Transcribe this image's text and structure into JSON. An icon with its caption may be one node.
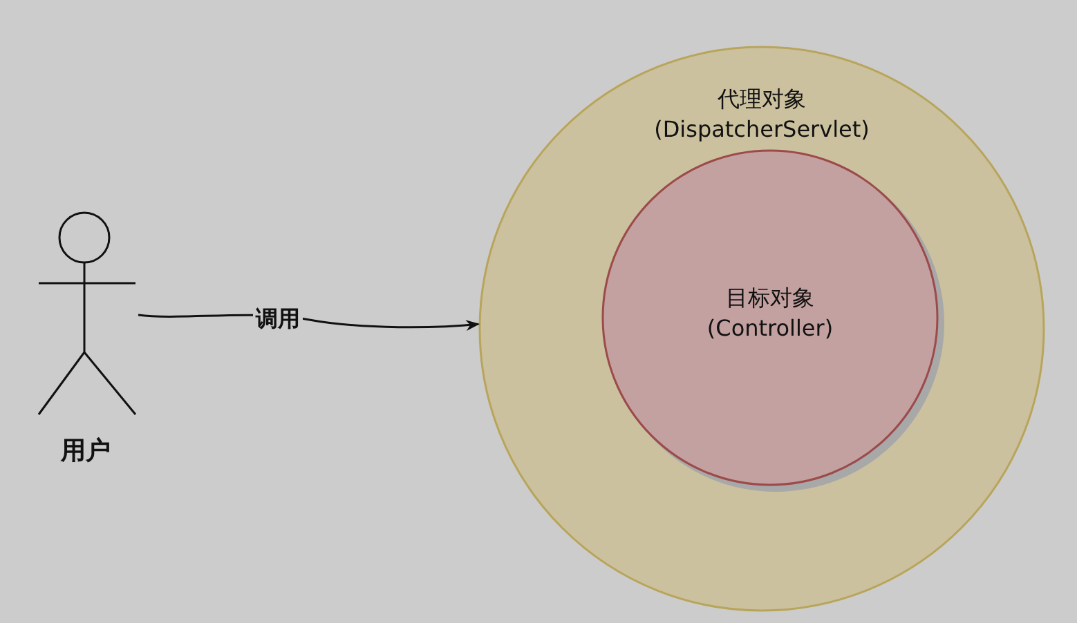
{
  "diagram": {
    "nodes": [
      {
        "text": [
          "用户"
        ]
      },
      {
        "text": [
          "代理对象 (DispatcherServlet)"
        ]
      },
      {
        "text": [
          "目标对象 (Controller)"
        ],
        "in": 1
      }
    ],
    "edges": [
      {
        "from": 0,
        "to": 1,
        "arrow": "to",
        "label": "调用"
      }
    ]
  }
}
